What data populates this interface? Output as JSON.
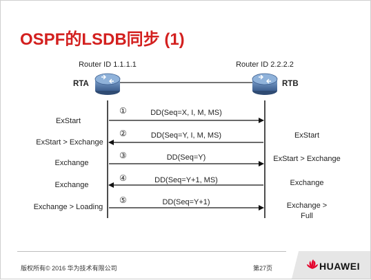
{
  "title": "OSPF的LSDB同步 (1)",
  "routers": {
    "a": {
      "id_label": "Router ID 1.1.1.1",
      "name": "RTA"
    },
    "b": {
      "id_label": "Router ID 2.2.2.2",
      "name": "RTB"
    }
  },
  "steps": [
    {
      "num": "①",
      "message": "DD(Seq=X, I, M, MS)",
      "direction": "A_to_B",
      "rta_state": "ExStart",
      "rtb_state": ""
    },
    {
      "num": "②",
      "message": "DD(Seq=Y, I, M, MS)",
      "direction": "B_to_A",
      "rta_state": "ExStart > Exchange",
      "rtb_state": "ExStart"
    },
    {
      "num": "③",
      "message": "DD(Seq=Y)",
      "direction": "A_to_B",
      "rta_state": "Exchange",
      "rtb_state": "ExStart > Exchange"
    },
    {
      "num": "④",
      "message": "DD(Seq=Y+1, MS)",
      "direction": "B_to_A",
      "rta_state": "Exchange",
      "rtb_state": "Exchange"
    },
    {
      "num": "⑤",
      "message": "DD(Seq=Y+1)",
      "direction": "A_to_B",
      "rta_state": "Exchange > Loading",
      "rtb_state": "Exchange >",
      "rtb_state_2": "Full"
    }
  ],
  "footer": {
    "copyright": "版权所有© 2016 华为技术有限公司",
    "page": "第27页",
    "brand": "HUAWEI"
  },
  "colors": {
    "title": "#d3201f",
    "router_fill": "#4a6f9c",
    "logo_red": "#e4002b"
  }
}
